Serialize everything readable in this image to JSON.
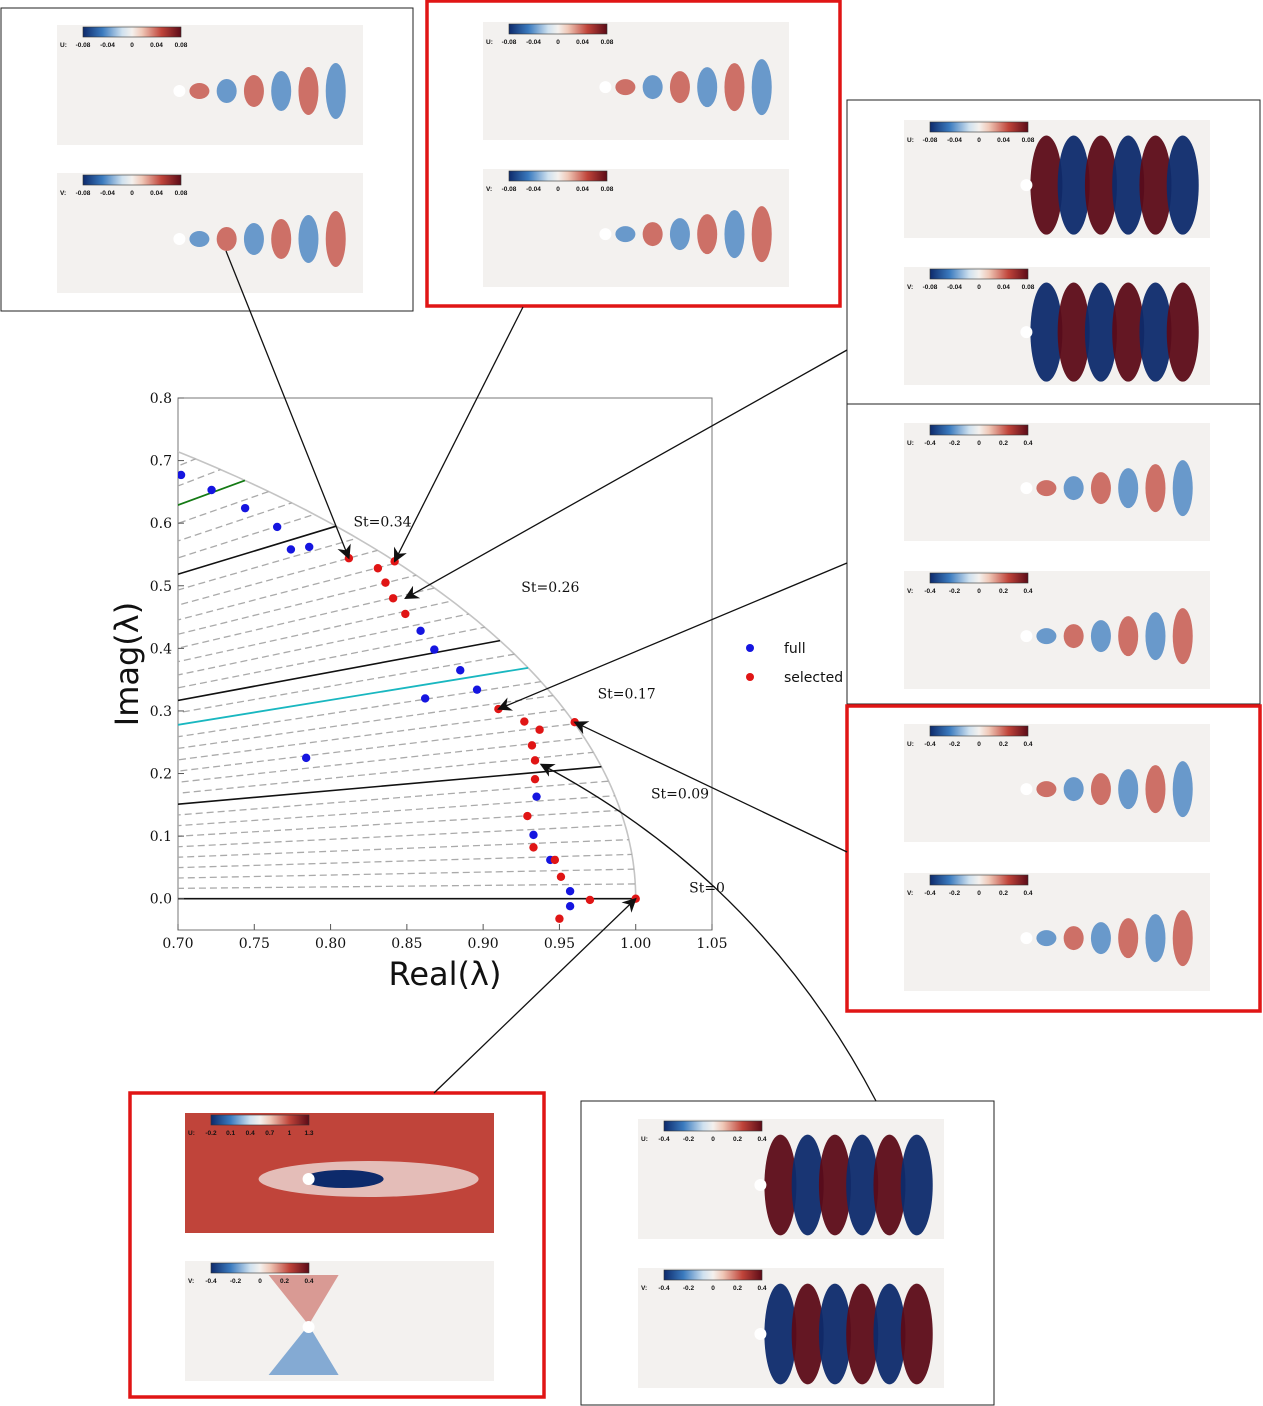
{
  "chart_data": {
    "type": "scatter",
    "xlabel": "Real(λ)",
    "ylabel": "Imag(λ)",
    "xlim": [
      0.7,
      1.05
    ],
    "ylim": [
      -0.05,
      0.8
    ],
    "xticks": [
      "0.70",
      "0.75",
      "0.80",
      "0.85",
      "0.90",
      "0.95",
      "1.00",
      "1.05"
    ],
    "yticks": [
      "0.0",
      "0.1",
      "0.2",
      "0.3",
      "0.4",
      "0.5",
      "0.6",
      "0.7",
      "0.8"
    ],
    "unit_circle": true,
    "legend": {
      "placement": "right",
      "entries": [
        "full",
        "selected"
      ]
    },
    "strouhal_lines": [
      {
        "label": "St=0.34",
        "x": 0.815,
        "y": 0.595
      },
      {
        "label": "St=0.26",
        "x": 0.925,
        "y": 0.49
      },
      {
        "label": "St=0.17",
        "x": 0.975,
        "y": 0.32
      },
      {
        "label": "St=0.09",
        "x": 1.01,
        "y": 0.16
      },
      {
        "label": "St=0",
        "x": 1.035,
        "y": 0.01
      }
    ],
    "series": [
      {
        "name": "full",
        "color": "#1515e0",
        "points": [
          [
            0.702,
            0.677
          ],
          [
            0.722,
            0.653
          ],
          [
            0.744,
            0.624
          ],
          [
            0.765,
            0.594
          ],
          [
            0.774,
            0.558
          ],
          [
            0.786,
            0.562
          ],
          [
            0.859,
            0.428
          ],
          [
            0.868,
            0.398
          ],
          [
            0.885,
            0.365
          ],
          [
            0.896,
            0.334
          ],
          [
            0.862,
            0.32
          ],
          [
            0.784,
            0.225
          ],
          [
            0.935,
            0.163
          ],
          [
            0.933,
            0.102
          ],
          [
            0.944,
            0.062
          ],
          [
            0.957,
            0.012
          ],
          [
            0.957,
            -0.012
          ]
        ]
      },
      {
        "name": "selected",
        "color": "#e01515",
        "points": [
          [
            0.812,
            0.544
          ],
          [
            0.842,
            0.539
          ],
          [
            0.831,
            0.528
          ],
          [
            0.836,
            0.505
          ],
          [
            0.841,
            0.48
          ],
          [
            0.849,
            0.455
          ],
          [
            0.91,
            0.303
          ],
          [
            0.927,
            0.283
          ],
          [
            0.96,
            0.282
          ],
          [
            0.937,
            0.27
          ],
          [
            0.932,
            0.245
          ],
          [
            0.934,
            0.221
          ],
          [
            0.934,
            0.191
          ],
          [
            0.929,
            0.132
          ],
          [
            0.933,
            0.082
          ],
          [
            0.947,
            0.062
          ],
          [
            0.951,
            0.035
          ],
          [
            0.97,
            -0.002
          ],
          [
            1.0,
            0.0
          ],
          [
            0.95,
            -0.032
          ]
        ]
      }
    ]
  },
  "insets": [
    {
      "colorbars": [
        {
          "var": "U:",
          "ticks": [
            "-0.08",
            "-0.04",
            "0",
            "0.04",
            "0.08"
          ]
        },
        {
          "var": "V:",
          "ticks": [
            "-0.08",
            "-0.04",
            "0",
            "0.04",
            "0.08"
          ]
        }
      ]
    },
    {
      "colorbars": [
        {
          "var": "U:",
          "ticks": [
            "-0.08",
            "-0.04",
            "0",
            "0.04",
            "0.08"
          ]
        },
        {
          "var": "V:",
          "ticks": [
            "-0.08",
            "-0.04",
            "0",
            "0.04",
            "0.08"
          ]
        }
      ]
    },
    {
      "colorbars": [
        {
          "var": "U:",
          "ticks": [
            "-0.08",
            "-0.04",
            "0",
            "0.04",
            "0.08"
          ]
        },
        {
          "var": "V:",
          "ticks": [
            "-0.08",
            "-0.04",
            "0",
            "0.04",
            "0.08"
          ]
        }
      ]
    },
    {
      "colorbars": [
        {
          "var": "U:",
          "ticks": [
            "-0.4",
            "-0.2",
            "0",
            "0.2",
            "0.4"
          ]
        },
        {
          "var": "V:",
          "ticks": [
            "-0.4",
            "-0.2",
            "0",
            "0.2",
            "0.4"
          ]
        }
      ]
    },
    {
      "colorbars": [
        {
          "var": "U:",
          "ticks": [
            "-0.4",
            "-0.2",
            "0",
            "0.2",
            "0.4"
          ]
        },
        {
          "var": "V:",
          "ticks": [
            "-0.4",
            "-0.2",
            "0",
            "0.2",
            "0.4"
          ]
        }
      ]
    },
    {
      "colorbars": [
        {
          "var": "U:",
          "ticks": [
            "-0.2",
            "0.1",
            "0.4",
            "0.7",
            "1",
            "1.3"
          ]
        },
        {
          "var": "V:",
          "ticks": [
            "-0.4",
            "-0.2",
            "0",
            "0.2",
            "0.4"
          ]
        }
      ]
    },
    {
      "colorbars": [
        {
          "var": "U:",
          "ticks": [
            "-0.4",
            "-0.2",
            "0",
            "0.2",
            "0.4"
          ]
        },
        {
          "var": "V:",
          "ticks": [
            "-0.4",
            "-0.2",
            "0",
            "0.2",
            "0.4"
          ]
        }
      ]
    }
  ]
}
